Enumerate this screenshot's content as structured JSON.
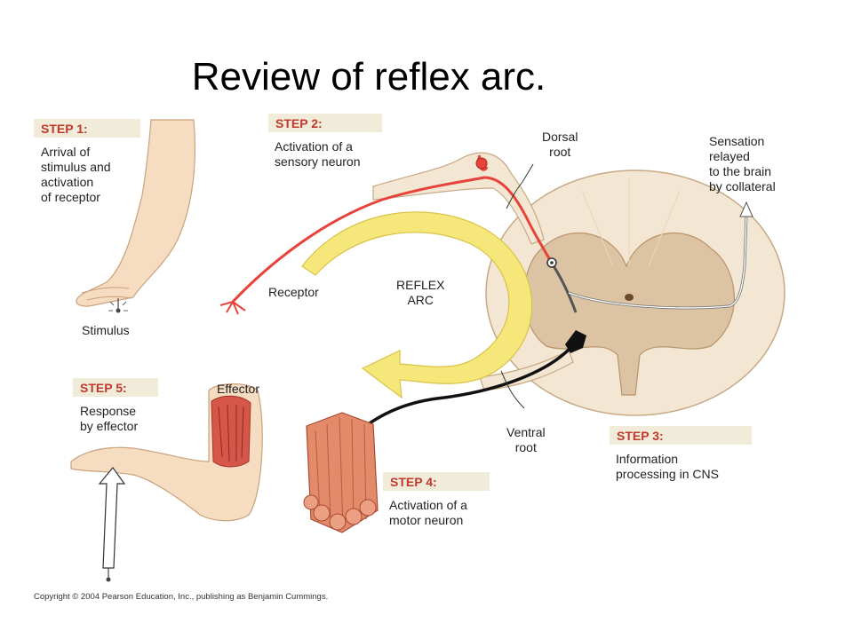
{
  "title": "Review of reflex arc.",
  "steps": [
    {
      "label": "STEP 1:",
      "text": "Arrival of\nstimulus and\nactivation\nof receptor"
    },
    {
      "label": "STEP 2:",
      "text": "Activation of a\nsensory neuron"
    },
    {
      "label": "STEP 3:",
      "text": "Information\nprocessing in CNS"
    },
    {
      "label": "STEP 4:",
      "text": "Activation of a\nmotor neuron"
    },
    {
      "label": "STEP 5:",
      "text": "Response\nby effector"
    }
  ],
  "labels": {
    "stimulus": "Stimulus",
    "receptor": "Receptor",
    "reflex_arc": "REFLEX\nARC",
    "dorsal_root": "Dorsal\nroot",
    "sensation": "Sensation\nrelayed\nto the brain\nby collateral",
    "ventral_root": "Ventral\nroot",
    "effector": "Effector"
  },
  "copyright": "Copyright © 2004 Pearson Education, Inc., publishing as Benjamin Cummings.",
  "colors": {
    "sensory_neuron": "#e8433a",
    "motor_neuron": "#111111",
    "reflex_arrow": "#f6e77a",
    "spinal_cord_white": "#f3e6d2",
    "spinal_cord_gray": "#dcc3a3",
    "step_label": "#c0392b",
    "step_box": "#f1ecd9",
    "skin": "#f6dcc0"
  }
}
